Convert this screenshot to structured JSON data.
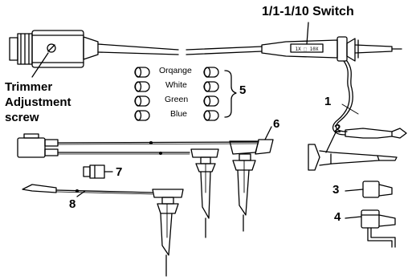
{
  "labels": {
    "switch": "1/1-1/10 Switch",
    "trimmer": [
      "Trimmer",
      "Adjustment",
      "screw"
    ],
    "colors": [
      "Orqange",
      "White",
      "Green",
      "Blue"
    ],
    "n1": "1",
    "n2": "2",
    "n3": "3",
    "n4": "4",
    "n5": "5",
    "n6": "6",
    "n7": "7",
    "n8": "8"
  },
  "switch_print": "1X ⬚ 10X"
}
